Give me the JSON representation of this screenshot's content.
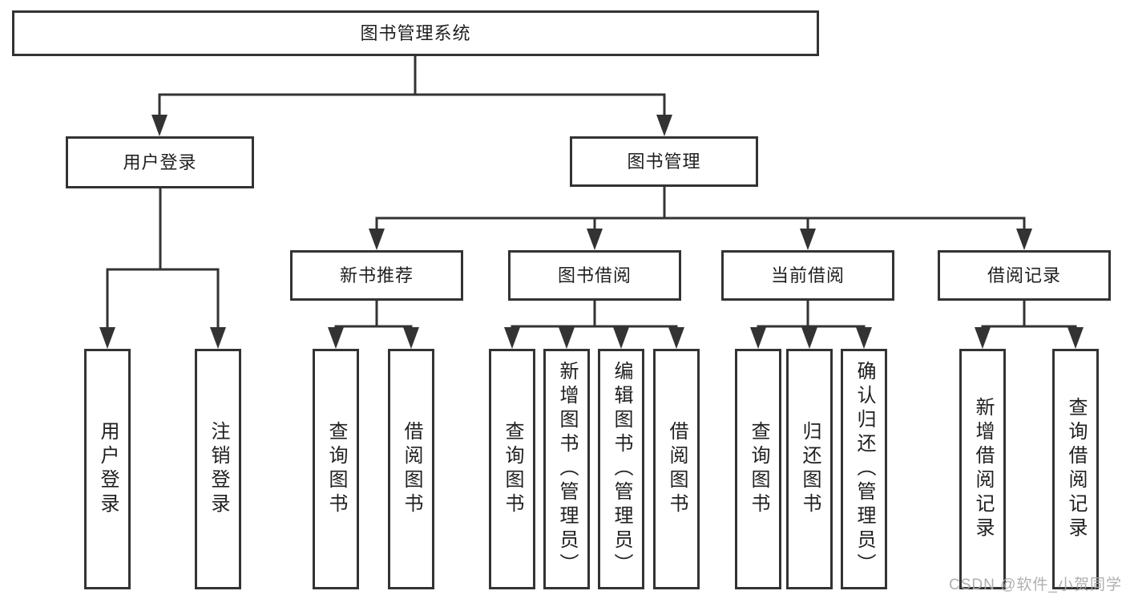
{
  "colors": {
    "line": "#333333",
    "box_border": "#333333",
    "text": "#1f1f1f",
    "watermark": "#a8a8a8",
    "background": "#ffffff"
  },
  "tree": {
    "root": "图书管理系统",
    "branches": [
      {
        "label": "用户登录",
        "children": [
          "用户登录",
          "注销登录"
        ]
      },
      {
        "label": "图书管理",
        "groups": [
          {
            "label": "新书推荐",
            "children": [
              "查询图书",
              "借阅图书"
            ]
          },
          {
            "label": "图书借阅",
            "children": [
              "查询图书",
              "新增图书（管理员）",
              "编辑图书（管理员）",
              "借阅图书"
            ]
          },
          {
            "label": "当前借阅",
            "children": [
              "查询图书",
              "归还图书",
              "确认归还（管理员）"
            ]
          },
          {
            "label": "借阅记录",
            "children": [
              "新增借阅记录",
              "查询借阅记录"
            ]
          }
        ]
      }
    ]
  },
  "watermark": {
    "text": "CSDN @软件_小贺同学"
  }
}
